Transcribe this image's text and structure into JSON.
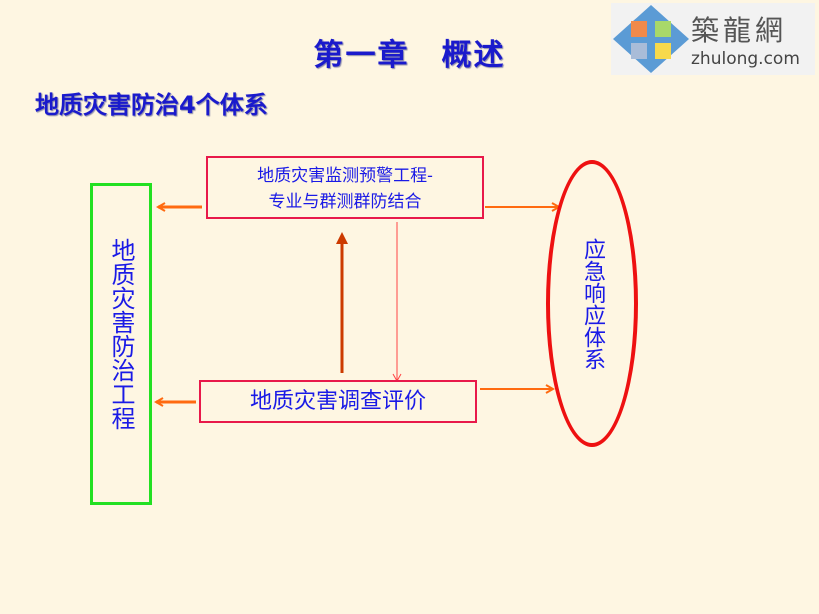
{
  "slide": {
    "title": "第一章　概述",
    "subtitle": "地质灾害防治4个体系"
  },
  "logo": {
    "name_cn": "築龍網",
    "domain": "zhulong.com"
  },
  "diagram": {
    "monitor_box_line1": "地质灾害监测预警工程-",
    "monitor_box_line2": "专业与群测群防结合",
    "survey_box": "地质灾害调查评价",
    "engineering_box": "地质灾害防治工程",
    "emergency_ellipse": "应急响应体系"
  },
  "colors": {
    "text": "#1a1ae6",
    "box_border": "#e8194a",
    "green": "#22e022",
    "arrow": "#ff6a10"
  }
}
